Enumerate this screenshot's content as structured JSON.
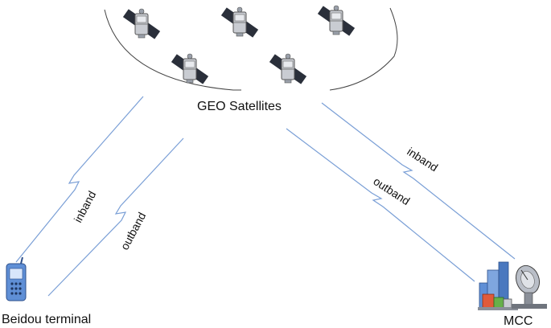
{
  "satellite_cluster_label": "GEO Satellites",
  "left_terminal": {
    "label": "Beidou terminal"
  },
  "right_station": {
    "label": "MCC"
  },
  "links": {
    "left_inband": "inband",
    "left_outband": "outband",
    "right_inband": "inband",
    "right_outband": "outband"
  },
  "colors": {
    "link_line": "#7a9fd6",
    "satellite_body": "#c9ccd2",
    "solar_panel": "#2a2f3a",
    "phone": "#5f8fd6"
  },
  "icons": [
    "satellite-icon",
    "phone-icon",
    "control-center-icon",
    "dish-antenna-icon"
  ]
}
